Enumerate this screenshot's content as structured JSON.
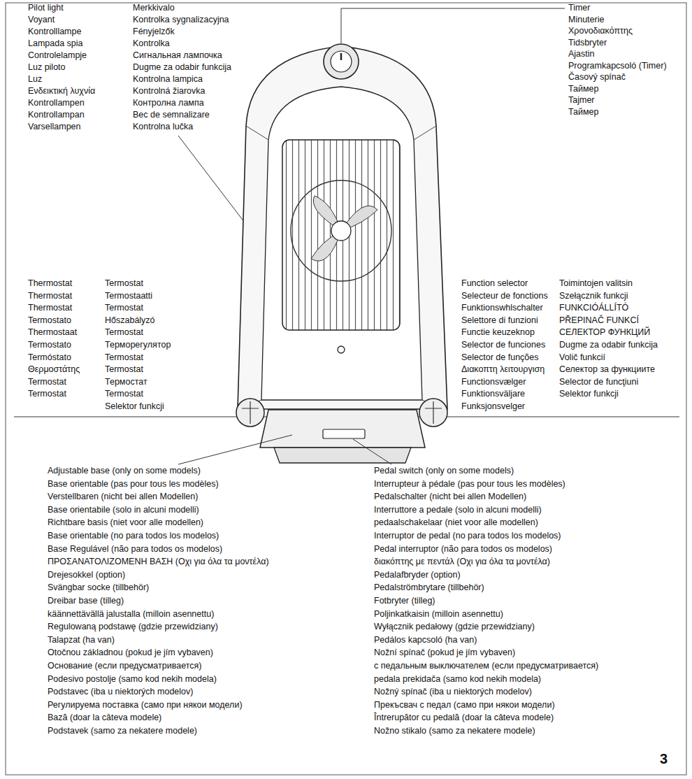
{
  "diagram": {
    "labels": [
      "Pilot light",
      "Voyant",
      "Kontrolllampe",
      "Lampada spia",
      "Controlelampje",
      "Luz piloto",
      "Luz",
      "Ενδεικτική λυχνία",
      "Kontrollampen",
      "Kontrollampan",
      "Varsellampen",
      "Merkkivalo",
      "Kontrolka sygnalizacyjna",
      "Fényjelzők",
      "Kontrolka",
      "Сигнальная лампочка",
      "Dugme za odabir funkcija",
      "Kontrolna lampica",
      "Kontrolná žiarovka",
      "Контролна лампа",
      "Bec de semnalizare",
      "Kontrolna lučka",
      "Timer",
      "Minuterie",
      "Χρονοδιακόπτης",
      "Tidsbryter",
      "Ajastin",
      "Programkapcsoló (Timer)",
      "Časový spínač",
      "Таймер",
      "Tajmer",
      "Таймер",
      "Thermostat",
      "Thermostat",
      "Thermostat",
      "Termostato",
      "Thermostaat",
      "Termostato",
      "Termóstato",
      "Θερμοστάτης",
      "Termostat",
      "Termostat",
      "Termostat",
      "Termostaatti",
      "Termostat",
      "Hőszabályzó",
      "Termostat",
      "Терморегулятор",
      "Termostat",
      "Termostat",
      "Термостат",
      "Termostat",
      "Selektor funkcji",
      "Function selector",
      "Selecteur de fonctions",
      "Funktionswhlschalter",
      "Selettore di funzioni",
      "Functie keuzeknop",
      "Selector de funciones",
      "Selector de funções",
      "Διακοπτη λειτουργιση",
      "Functionsvælger",
      "Funktionsväljare",
      "Funksjonsvelger",
      "Toimintojen valitsin",
      "Szełącznik funkcji",
      "FUNKCIÓÁLLÍTÓ",
      "PŘEPINAČ FUNKCÍ",
      "СЕЛЕКТОР ФУНКЦИЙ",
      "Dugme za odabir funkcija",
      "Volič funkcií",
      "Селектор за функциите",
      "Selector de funcţiuni",
      "Selektor funkcji",
      "Adjustable base (only on some models)",
      "Base orientable (pas pour tous les modèles)",
      "Verstellbaren (nicht bei allen Modellen)",
      "Base orientabile (solo in alcuni modelli)",
      "Richtbare basis (niet voor alle modellen)",
      "Base orientable (no para todos los modelos)",
      "Base Regulável (não para todos os modelos)",
      "ΠΡΟΣΑΝΑΤΟΛΙΖΟΜΕΝΗ ΒΑΣΗ  (Οχι για όλα τα μοντέλα)",
      "Drejesokkel (option)",
      "Svängbar socke (tillbehör)",
      "Dreibar base (tilleg)",
      "käännettävällä jalustalla (milloin asennettu)",
      "Regulowaną podstawę (gdzie przewidziany)",
      "Talapzat (ha van)",
      "Otočnou základnou (pokud je jím vybaven)",
      "Основание (если предусматривается)",
      "Podesivo postolje (samo kod nekih modela)",
      "Podstavec (iba u niektorých modelov)",
      "Регулируема поставка (само при някои модели)",
      "Bază (doar la câteva modele)",
      "Podstavek (samo za nekatere modele)",
      "Pedal switch (only on some models)",
      "Interrupteur à pédale (pas pour tous les modèles)",
      "Pedalschalter (nicht bei allen Modellen)",
      "Interruttore a pedale (solo in alcuni modelli)",
      "pedaalschakelaar (niet voor alle modellen)",
      "Interruptor de pedal (no para todos los modelos)",
      "Pedal interruptor (não para todos os modelos)",
      "διακόπτης με πεντάλ (Οχι για όλα τα μοντέλα)",
      "Pedalafbryder (option)",
      "Pedalströmbrytare (tillbehör)",
      "Fotbryter (tilleg)",
      "Poljinkatkaisin (milloin asennettu)",
      "Wyłącznik pedałowy (gdzie przewidziany)",
      "Pedálos kapcsoló (ha van)",
      "Nožní spínač (pokud je jím vybaven)",
      "с педальным выключателем (если предусматривается)",
      "pedala prekidača (samo kod nekih modela)",
      "Nožný spínač (iba u niektorých modelov)",
      "Прекъсвач с педал (само при някои модели)",
      "Întrerupător cu pedală (doar la câteva modele)",
      "Nožno stikalo (samo za nekatere modele)",
      "3"
    ]
  }
}
